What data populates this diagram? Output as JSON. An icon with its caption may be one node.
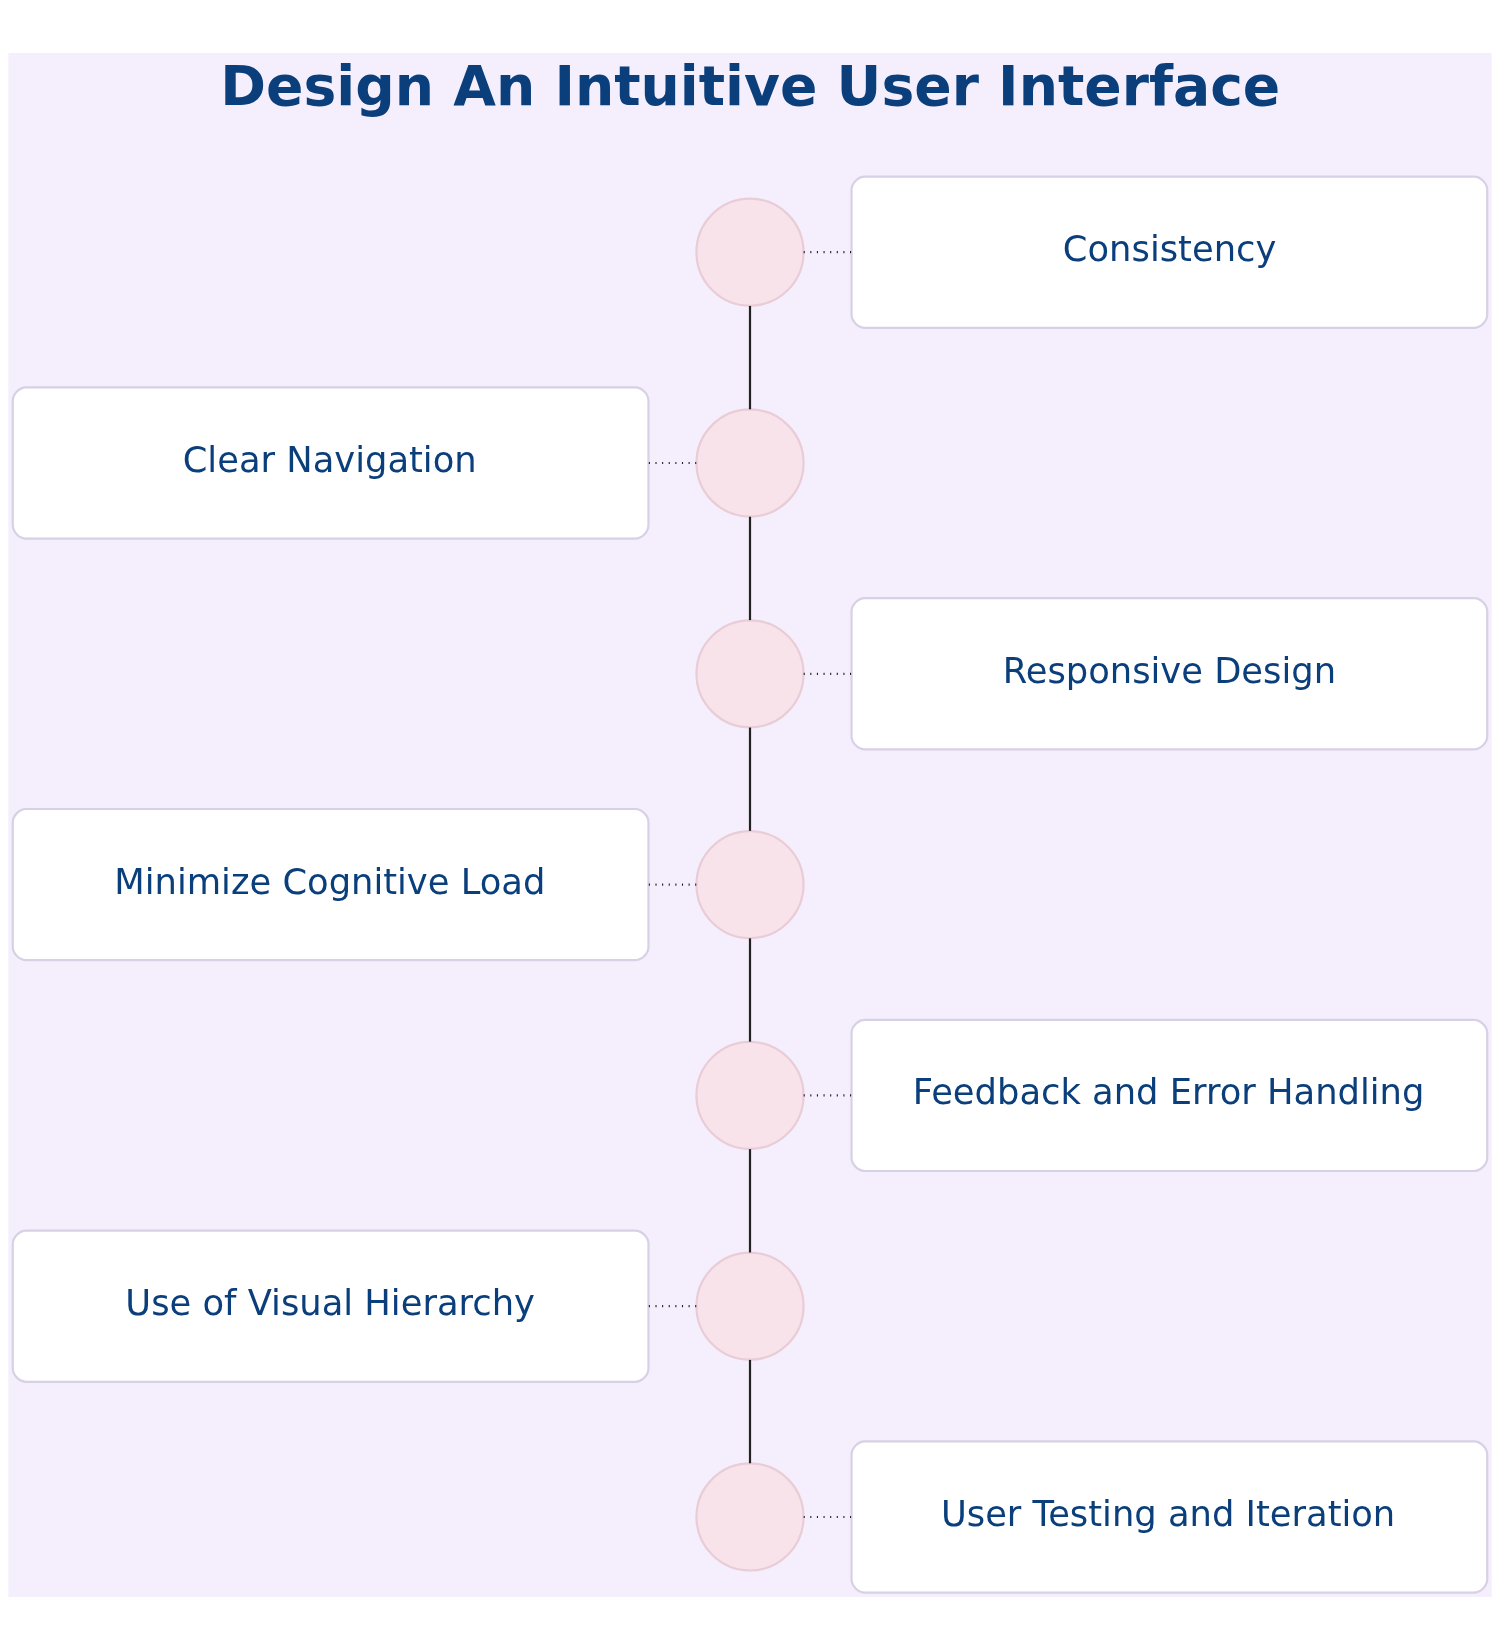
{
  "diagram": {
    "title": "Design An Intuitive User Interface",
    "nodes": [
      {
        "text": [],
        "shape": "circle"
      },
      {
        "text": [
          "Consistency"
        ]
      },
      {
        "text": [
          "Clear Navigation"
        ]
      },
      {
        "text": [],
        "shape": "circle"
      },
      {
        "text": [],
        "shape": "circle"
      },
      {
        "text": [
          "Responsive Design"
        ]
      },
      {
        "text": [
          "Minimize Cognitive Load"
        ]
      },
      {
        "text": [],
        "shape": "circle"
      },
      {
        "text": [],
        "shape": "circle"
      },
      {
        "text": [
          "Feedback and Error Handling"
        ]
      },
      {
        "text": [
          "Use of Visual Hierarchy"
        ]
      },
      {
        "text": [],
        "shape": "circle"
      },
      {
        "text": [],
        "shape": "circle"
      },
      {
        "text": [
          "User Testing and Iteration"
        ]
      }
    ],
    "edges": [
      {
        "from": 0,
        "to": 1,
        "arrow": "none",
        "style": "dashed"
      },
      {
        "from": 0,
        "to": 3,
        "arrow": "none"
      },
      {
        "from": 2,
        "to": 3,
        "arrow": "none",
        "style": "dashed"
      },
      {
        "from": 3,
        "to": 4,
        "arrow": "none"
      },
      {
        "from": 4,
        "to": 5,
        "arrow": "none",
        "style": "dashed"
      },
      {
        "from": 4,
        "to": 7,
        "arrow": "none"
      },
      {
        "from": 6,
        "to": 7,
        "arrow": "none",
        "style": "dashed"
      },
      {
        "from": 7,
        "to": 8,
        "arrow": "none"
      },
      {
        "from": 8,
        "to": 9,
        "arrow": "none",
        "style": "dashed"
      },
      {
        "from": 8,
        "to": 11,
        "arrow": "none"
      },
      {
        "from": 10,
        "to": 11,
        "arrow": "none",
        "style": "dashed"
      },
      {
        "from": 11,
        "to": 12,
        "arrow": "none"
      },
      {
        "from": 12,
        "to": 13,
        "arrow": "none",
        "style": "dashed"
      }
    ]
  }
}
